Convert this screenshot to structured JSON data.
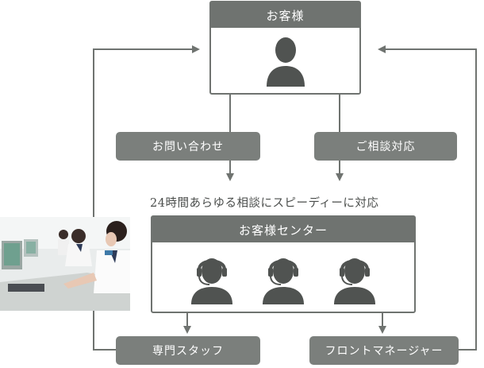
{
  "diagram": {
    "customer_box": {
      "title": "お客様",
      "icon": "person-icon"
    },
    "inquiry_label": "お問い合わせ",
    "consultation_label": "ご相談対応",
    "caption": "24時間あらゆる相談にスピーディーに対応",
    "center_box": {
      "title": "お客様センター",
      "icons": [
        "operator-headset-icon",
        "operator-headset-icon",
        "operator-headset-icon"
      ]
    },
    "staff_label": "専門スタッフ",
    "front_manager_label": "フロントマネージャー",
    "photo": {
      "subject": "call-center-photo"
    },
    "colors": {
      "box": "#6f7370",
      "pill": "#7b7f7c",
      "line": "#6f7370",
      "text": "#4a4d4b"
    }
  }
}
